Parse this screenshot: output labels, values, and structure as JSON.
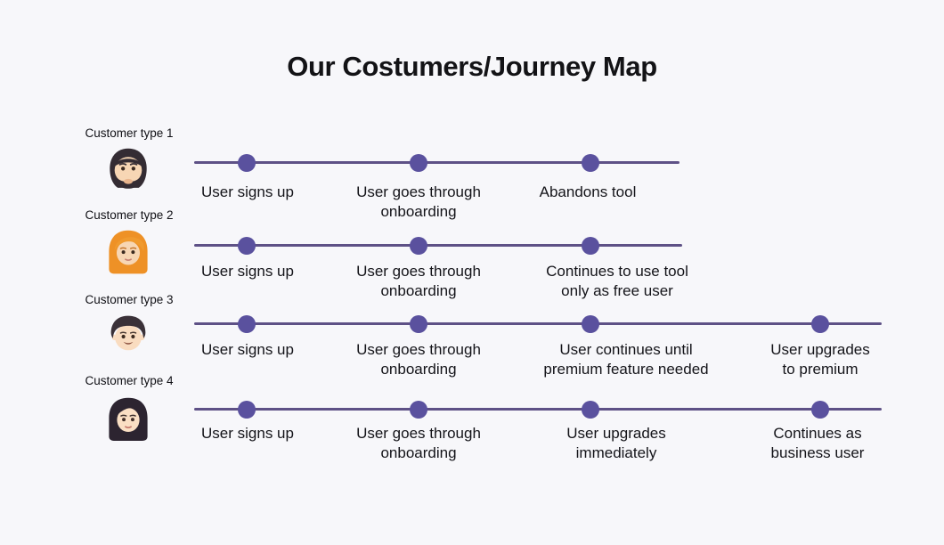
{
  "title": "Our Costumers/Journey Map",
  "colors": {
    "background": "#f7f7fa",
    "timeline_line": "#5e5186",
    "timeline_dot": "#5a519e",
    "text": "#141419"
  },
  "journeys": [
    {
      "customer": "Customer type 1",
      "avatar": "bearded-man-emoji",
      "milestones": [
        {
          "label": "User signs up"
        },
        {
          "label": "User goes through\nonboarding"
        },
        {
          "label": "Abandons tool"
        }
      ]
    },
    {
      "customer": "Customer type 2",
      "avatar": "red-haired-woman-emoji",
      "milestones": [
        {
          "label": "User signs up"
        },
        {
          "label": "User goes through\nonboarding"
        },
        {
          "label": "Continues to use tool\nonly as free user"
        }
      ]
    },
    {
      "customer": "Customer type 3",
      "avatar": "boy-emoji",
      "milestones": [
        {
          "label": "User signs up"
        },
        {
          "label": "User goes through\nonboarding"
        },
        {
          "label": "User continues until\npremium feature needed"
        },
        {
          "label": "User upgrades\nto premium"
        }
      ]
    },
    {
      "customer": "Customer type 4",
      "avatar": "dark-haired-woman-emoji",
      "milestones": [
        {
          "label": "User signs up"
        },
        {
          "label": "User goes through\nonboarding"
        },
        {
          "label": "User upgrades\nimmediately"
        },
        {
          "label": "Continues as\nbusiness user"
        }
      ]
    }
  ]
}
